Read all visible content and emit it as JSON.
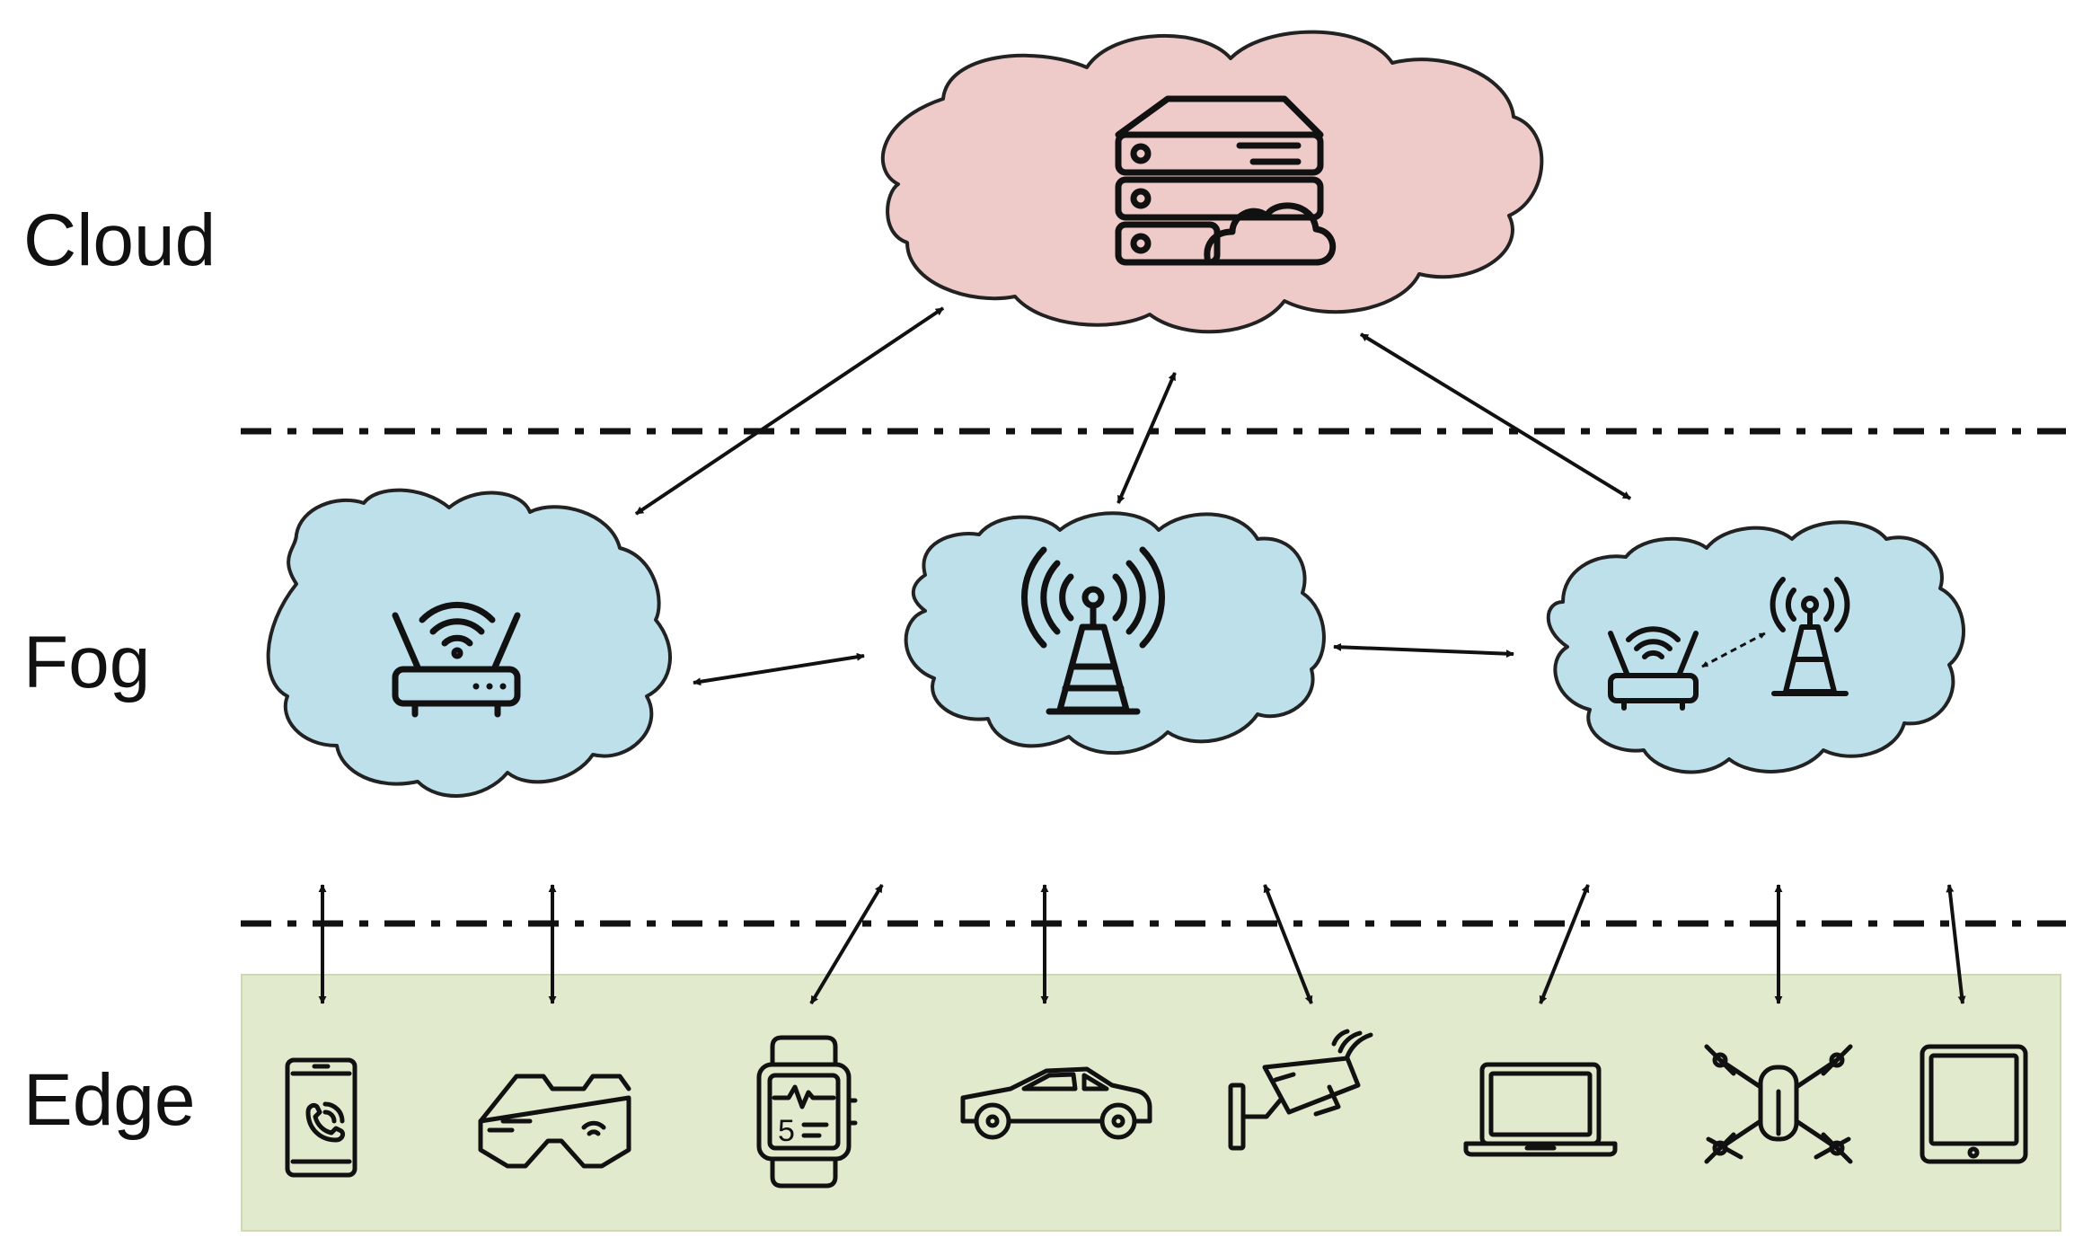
{
  "tiers": {
    "cloud": {
      "label": "Cloud"
    },
    "fog": {
      "label": "Fog"
    },
    "edge": {
      "label": "Edge"
    }
  },
  "colors": {
    "cloud_fill": "#eecbc9",
    "fog_fill": "#bde0eb",
    "edge_fill": "#e1eacd",
    "stroke": "#222222",
    "divider": "#111111"
  },
  "cloud_node": {
    "icon": "server-cloud-icon"
  },
  "fog_nodes": [
    {
      "icon": "wifi-router-icon"
    },
    {
      "icon": "cell-tower-icon"
    },
    {
      "icon": "router-and-tower-icon"
    }
  ],
  "edge_devices": [
    {
      "icon": "smartphone-icon"
    },
    {
      "icon": "smart-glasses-icon"
    },
    {
      "icon": "smartwatch-icon"
    },
    {
      "icon": "car-icon"
    },
    {
      "icon": "security-camera-icon"
    },
    {
      "icon": "laptop-icon"
    },
    {
      "icon": "drone-icon"
    },
    {
      "icon": "tablet-icon"
    }
  ]
}
